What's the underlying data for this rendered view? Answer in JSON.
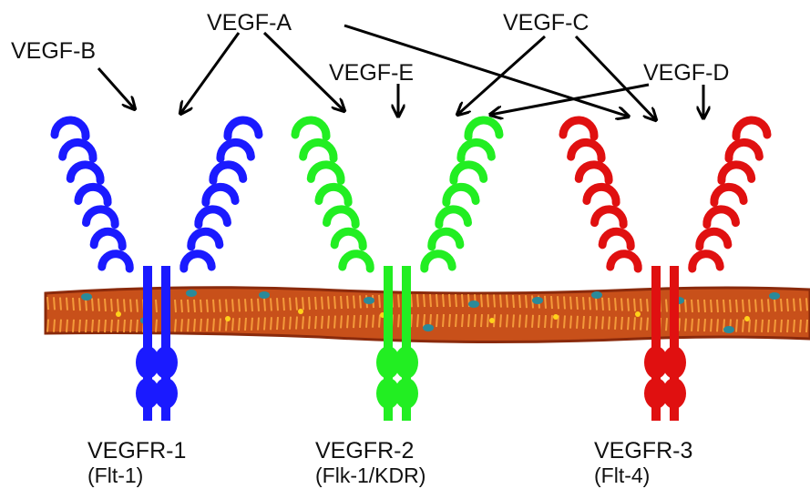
{
  "ligands": {
    "vegf_a": "VEGF-A",
    "vegf_b": "VEGF-B",
    "vegf_c": "VEGF-C",
    "vegf_d": "VEGF-D",
    "vegf_e": "VEGF-E"
  },
  "receptors": [
    {
      "name": "VEGFR-1",
      "alias": "(Flt-1)",
      "color": "#1a1aff"
    },
    {
      "name": "VEGFR-2",
      "alias": "(Flk-1/KDR)",
      "color": "#22ee22"
    },
    {
      "name": "VEGFR-3",
      "alias": "(Flt-4)",
      "color": "#e01010"
    }
  ],
  "membrane": {
    "color": "#c8501a",
    "head_color": "#8a2a0c",
    "dot_color": "#2a8a9a",
    "speck_color": "#ffd21a"
  },
  "bindings": [
    {
      "from": "VEGF-B",
      "to": "VEGFR-1"
    },
    {
      "from": "VEGF-A",
      "to": "VEGFR-1"
    },
    {
      "from": "VEGF-A",
      "to": "VEGFR-2"
    },
    {
      "from": "VEGF-A",
      "to": "VEGFR-3"
    },
    {
      "from": "VEGF-E",
      "to": "VEGFR-2"
    },
    {
      "from": "VEGF-C",
      "to": "VEGFR-2"
    },
    {
      "from": "VEGF-C",
      "to": "VEGFR-3"
    },
    {
      "from": "VEGF-D",
      "to": "VEGFR-2"
    },
    {
      "from": "VEGF-D",
      "to": "VEGFR-3"
    }
  ]
}
